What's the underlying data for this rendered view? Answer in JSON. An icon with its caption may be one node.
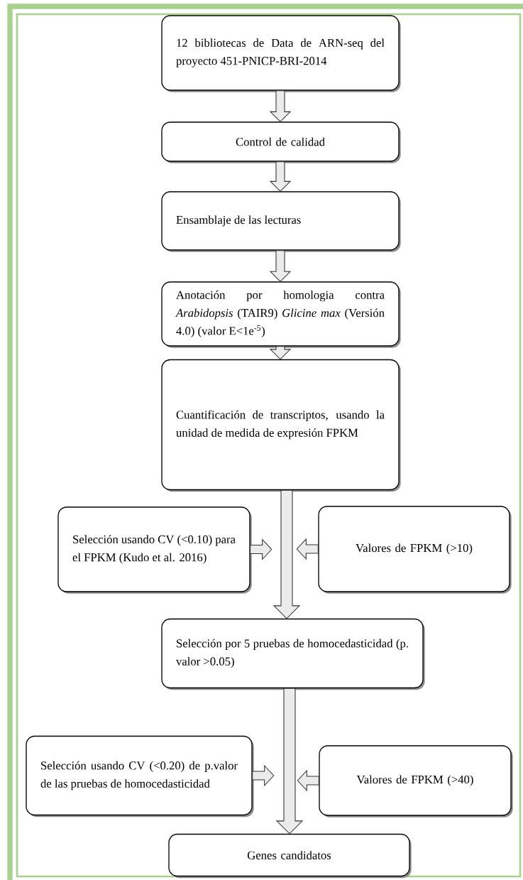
{
  "diagram": {
    "nodes": [
      {
        "text": [
          "12 bibliotecas de Data de ARN-seq del proyecto 451-PNICP-BRI-2014"
        ]
      },
      {
        "text": [
          "Control de calidad"
        ]
      },
      {
        "text": [
          "Ensamblaje de las lecturas"
        ]
      },
      {
        "text": [
          "Anotación por homologia contra *Arabidopsis* (TAIR9) *Glicine max* (Versión 4.0) (valor E<1e$^{-5}$)"
        ]
      },
      {
        "text": [
          "Cuantificación de transcriptos, usando la unidad de medida de expresión FPKM"
        ]
      },
      {
        "text": [
          "Selección usando CV (<0.10) para el FPKM (Kudo et al. 2016)"
        ]
      },
      {
        "text": [
          "Valores de FPKM (>10)"
        ]
      },
      {
        "text": [
          "Selección por 5 pruebas de homocedasticidad (p. valor >0.05)"
        ]
      },
      {
        "text": [
          "Selección usando CV (<0.20) de p.valor de las pruebas de homocedasticidad"
        ]
      },
      {
        "text": [
          "Valores de FPKM (>40)"
        ]
      },
      {
        "text": [
          "Genes candidatos"
        ]
      }
    ],
    "edges": [
      {
        "from": 0,
        "to": 1,
        "arrow": "to"
      },
      {
        "from": 1,
        "to": 2,
        "arrow": "to"
      },
      {
        "from": 2,
        "to": 3,
        "arrow": "to"
      },
      {
        "from": 3,
        "to": 4,
        "arrow": "to"
      },
      {
        "from": 4,
        "to": 7,
        "arrow": "to"
      },
      {
        "from": 5,
        "to": null,
        "arrow": "to"
      },
      {
        "from": 6,
        "to": null,
        "arrow": "to"
      },
      {
        "from": 7,
        "to": 10,
        "arrow": "to"
      },
      {
        "from": 8,
        "to": null,
        "arrow": "to"
      },
      {
        "from": 9,
        "to": null,
        "arrow": "to"
      }
    ]
  }
}
